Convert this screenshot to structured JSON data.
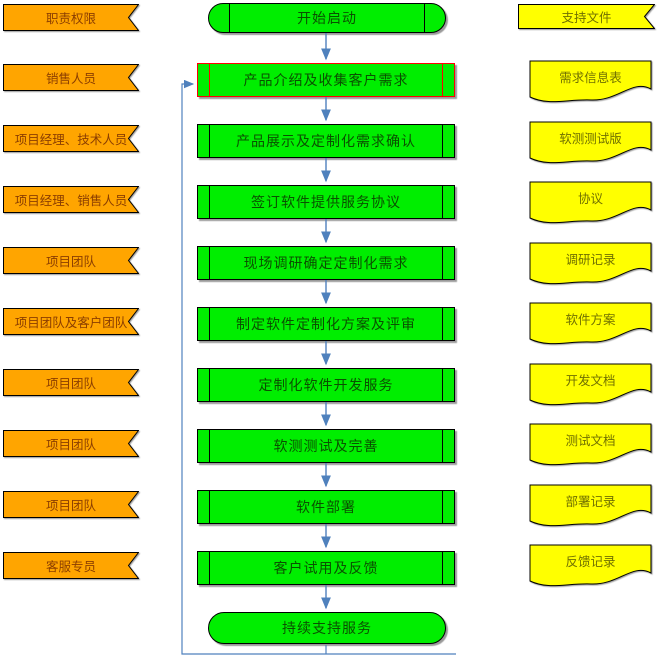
{
  "diagram": {
    "left_column": {
      "header": "职责权限",
      "items": [
        "销售人员",
        "项目经理、技术人员",
        "项目经理、销售人员",
        "项目团队",
        "项目团队及客户团队",
        "项目团队",
        "项目团队",
        "项目团队",
        "客服专员"
      ]
    },
    "flow": {
      "start": "开始启动",
      "steps": [
        "产品介绍及收集客户需求",
        "产品展示及定制化需求确认",
        "签订软件提供服务协议",
        "现场调研确定定制化需求",
        "制定软件定制化方案及评审",
        "定制化软件开发服务",
        "软测测试及完善",
        "软件部署",
        "客户试用及反馈"
      ],
      "selected_step_index": 0,
      "end": "持续支持服务"
    },
    "right_column": {
      "header": "支持文件",
      "documents": [
        "需求信息表",
        "软测测试版",
        "协议",
        "调研记录",
        "软件方案",
        "开发文档",
        "测试文档",
        "部署记录",
        "反馈记录"
      ]
    },
    "colors": {
      "process_fill": "#00EE00",
      "role_fill": "#FFA500",
      "document_fill": "#FFFF00",
      "connector": "#4F81BD",
      "selection": "#FF0000"
    }
  }
}
